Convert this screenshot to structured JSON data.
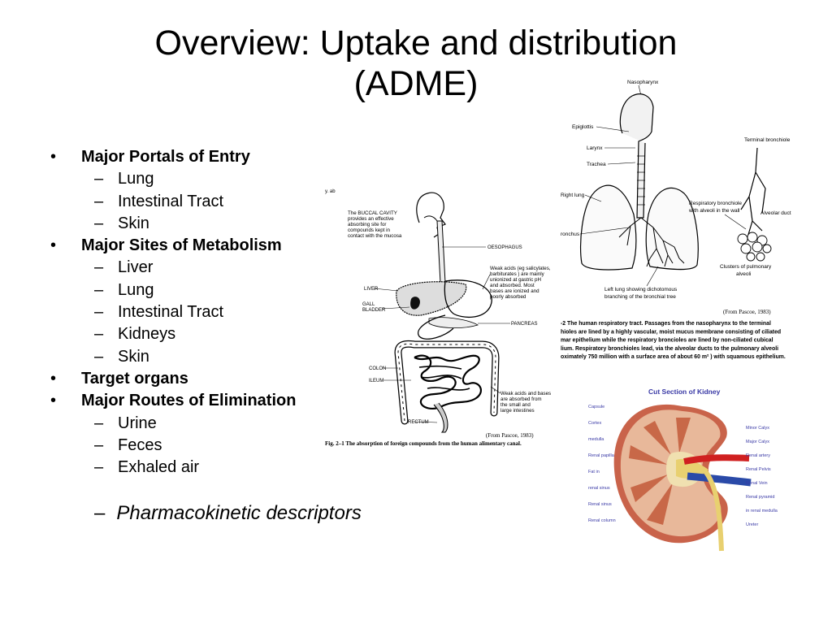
{
  "slide": {
    "title_line1": "Overview:  Uptake and distribution",
    "title_line2": "(ADME)",
    "bullet_marker": "•",
    "dash_marker": "–",
    "sections": [
      {
        "heading": "Major Portals of Entry",
        "items": [
          "Lung",
          "Intestinal Tract",
          "Skin"
        ]
      },
      {
        "heading": "Major Sites of Metabolism",
        "items": [
          "Liver",
          "Lung",
          "Intestinal Tract",
          "Kidneys",
          "Skin"
        ]
      },
      {
        "heading": "Target organs",
        "items": []
      },
      {
        "heading": "Major Routes of Elimination",
        "items": [
          "Urine",
          "Feces",
          "Exhaled air"
        ]
      }
    ],
    "footer_item": "Pharmacokinetic descriptors"
  },
  "digestive_figure": {
    "corner_mark": "y. ab",
    "buccal_note": [
      "The BUCCAL CAVITY",
      "provides an effective",
      "absorbing site for",
      "compounds kept in",
      "contact with the mucosa"
    ],
    "labels": {
      "oesophagus": "OESOPHAGUS",
      "liver": "LIVER",
      "gall1": "GALL",
      "gall2": "BLADDER",
      "pancreas": "PANCREAS",
      "colon": "COLON",
      "ileum": "ILEUM",
      "rectum": "RECTUM"
    },
    "weak_acids_note": [
      "Weak acids (eg salicylates,",
      "barbiturates ) are mainly",
      "unionized at gastric pH",
      "and absorbed. Most",
      "bases are ionized and",
      "poorly absorbed"
    ],
    "absorbed_note": [
      "Weak acids and bases",
      "are absorbed from",
      "the small and",
      "large intestines"
    ],
    "source": "(From Pascoe, 1983)",
    "caption": "Fig. 2–1   The absorption of foreign compounds from the human alimentary canal."
  },
  "respiratory_figure": {
    "labels": {
      "nasopharynx": "Nasopharynx",
      "epiglottis": "Epiglottis",
      "larynx": "Larynx",
      "trachea": "Trachea",
      "right_lung": "Right lung",
      "bronchus": "ronchus",
      "terminal_bronchiole": "Terminal bronchiole",
      "resp_bronchiole1": "Respiratory bronchiole",
      "resp_bronchiole2": "with alveoli in the wall",
      "alveolar_duct": "Alveolar duct",
      "clusters1": "Clusters of pulmonary",
      "clusters2": "alveoli",
      "left_lung1": "Left lung showing dichotomous",
      "left_lung2": "branching of the bronchial tree"
    },
    "source": "(From Pascoe, 1983)",
    "caption_lines": [
      "-2   The human respiratory tract. Passages from the nasopharynx to the terminal",
      "hioles are lined by a highly vascular, moist mucus membrane consisting of ciliated",
      "mar epithelium while the respiratory broncioles are lined by non-ciliated cubical",
      "lium. Respiratory bronchioles lead, via the alveolar ducts to the pulmonary alveoli",
      "oximately 750 million with a surface area of about 60 m² ) with squamous epithelium."
    ]
  },
  "kidney_figure": {
    "title": "Cut Section of Kidney",
    "left_labels": [
      "Capsule",
      "Cortex",
      "medulla",
      "Renal papilla",
      "Fat in",
      "renal sinus",
      "Renal sinus",
      "Renal column"
    ],
    "right_labels": [
      "Minor Calyx",
      "Major Calyx",
      "Renal artery",
      "Renal Pelvis",
      "Renal Vein",
      "Renal pyramid",
      "in renal medulla",
      "Ureter"
    ],
    "colors": {
      "title": "#3a3aa6",
      "cortex": "#e8b89a",
      "capsule": "#c9634a",
      "pyramid": "#c86848",
      "artery": "#d02020",
      "vein": "#2a4aa8",
      "pelvis": "#e8d070",
      "fat": "#f0e0b0"
    }
  }
}
